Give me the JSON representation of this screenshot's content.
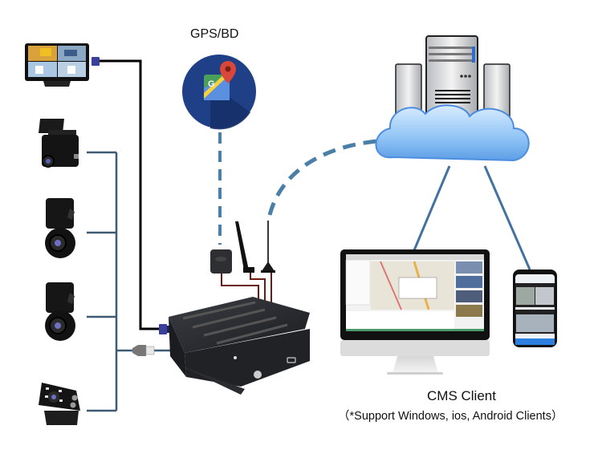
{
  "labels": {
    "gps": "GPS/BD",
    "cms_title": "CMS Client",
    "cms_subtitle": "（*Support Windows, ios, Android Clients）"
  },
  "nodes": [
    {
      "id": "monitor",
      "name": "Quad-view vehicle monitor"
    },
    {
      "id": "camera-1",
      "name": "Mini square camera with visor"
    },
    {
      "id": "camera-2",
      "name": "Dome interior camera"
    },
    {
      "id": "camera-3",
      "name": "Dome interior camera"
    },
    {
      "id": "camera-4",
      "name": "IR rear-view camera with bracket"
    },
    {
      "id": "gps-service",
      "name": "GPS/BD maps icon"
    },
    {
      "id": "gps-antenna",
      "name": "GPS antenna puck"
    },
    {
      "id": "wifi-antenna",
      "name": "WiFi antenna"
    },
    {
      "id": "cellular-antenna",
      "name": "4G magnetic antenna"
    },
    {
      "id": "mdvr",
      "name": "Mobile DVR unit"
    },
    {
      "id": "cloud-server",
      "name": "Cloud servers"
    },
    {
      "id": "desktop-client",
      "name": "Desktop CMS client"
    },
    {
      "id": "mobile-client",
      "name": "Mobile CMS client"
    }
  ],
  "connections": [
    {
      "from": "monitor",
      "to": "mdvr",
      "style": "solid-black",
      "connector": "VGA"
    },
    {
      "from": "camera-1",
      "to": "mdvr",
      "style": "solid-slate"
    },
    {
      "from": "camera-2",
      "to": "mdvr",
      "style": "solid-slate"
    },
    {
      "from": "camera-3",
      "to": "mdvr",
      "style": "solid-slate"
    },
    {
      "from": "camera-4",
      "to": "mdvr",
      "style": "solid-slate",
      "connector": "aviation"
    },
    {
      "from": "gps-service",
      "to": "gps-antenna",
      "style": "dashed-blue"
    },
    {
      "from": "cellular-antenna",
      "to": "cloud-server",
      "style": "dashed-blue"
    },
    {
      "from": "gps-antenna",
      "to": "mdvr",
      "style": "solid-maroon"
    },
    {
      "from": "wifi-antenna",
      "to": "mdvr",
      "style": "solid-maroon"
    },
    {
      "from": "cellular-antenna",
      "to": "mdvr",
      "style": "solid-maroon"
    },
    {
      "from": "cloud-server",
      "to": "desktop-client",
      "style": "solid-blue"
    },
    {
      "from": "cloud-server",
      "to": "mobile-client",
      "style": "solid-blue"
    }
  ],
  "colors": {
    "camera_bus": "#3f5a73",
    "wireless_dash": "#4a7fa8",
    "client_link": "#4372a0",
    "antenna_cable": "#6b1a14",
    "monitor_cable": "#000000",
    "gps_circle": "#1f3f86"
  }
}
